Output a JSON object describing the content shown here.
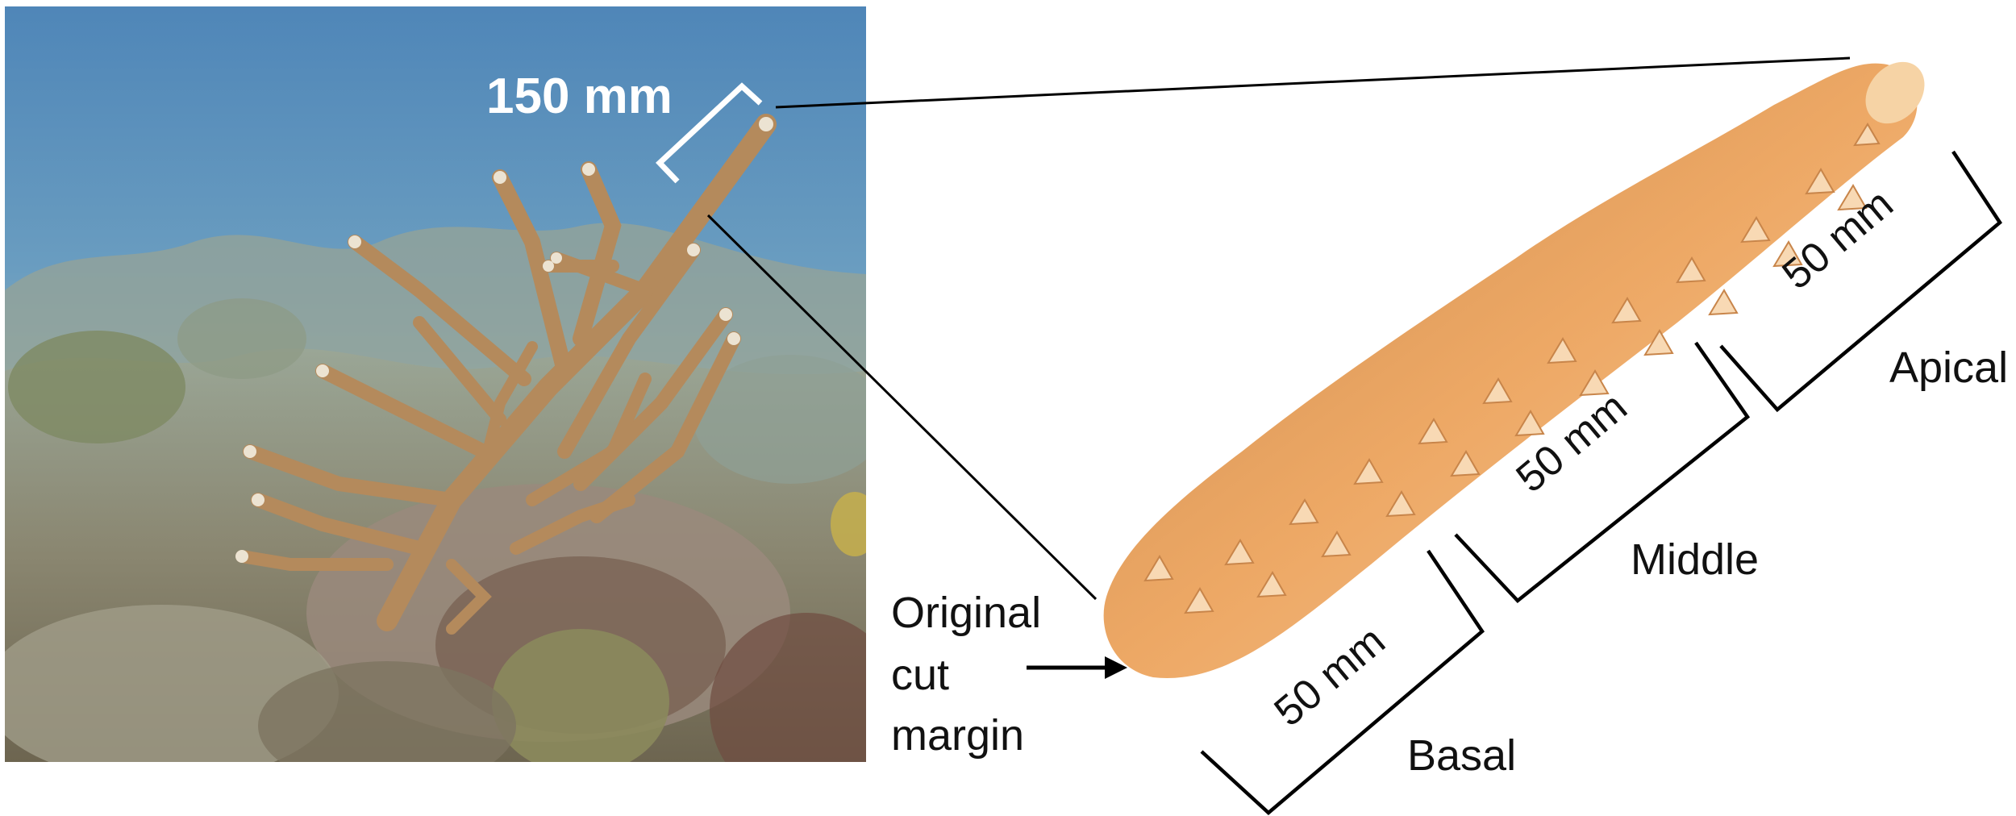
{
  "figure": {
    "photo": {
      "description": "Underwater reef photo with branching staghorn coral colony",
      "scale_label": "150 mm",
      "colors": {
        "water_top": "#5a8dbd",
        "water_mid": "#6f9fbf",
        "reef": "#8a8a6e",
        "coral_branch": "#b48a5c",
        "coral_tip": "#ece3d2",
        "bracket": "#ffffff"
      }
    },
    "specimen": {
      "description": "Excised coral branch fragment divided into three 50 mm segments",
      "colors": {
        "body": "#e9a468",
        "body_light": "#f6c99a",
        "body_dark": "#b9773d",
        "corallite": "#f8d9b4"
      }
    },
    "annotations": {
      "cut_label": {
        "lines": [
          "Original",
          "cut",
          "margin"
        ]
      },
      "segments": [
        {
          "name": "Basal",
          "length": "50 mm"
        },
        {
          "name": "Middle",
          "length": "50 mm"
        },
        {
          "name": "Apical",
          "length": "50 mm"
        }
      ],
      "line_color": "#000000"
    }
  }
}
